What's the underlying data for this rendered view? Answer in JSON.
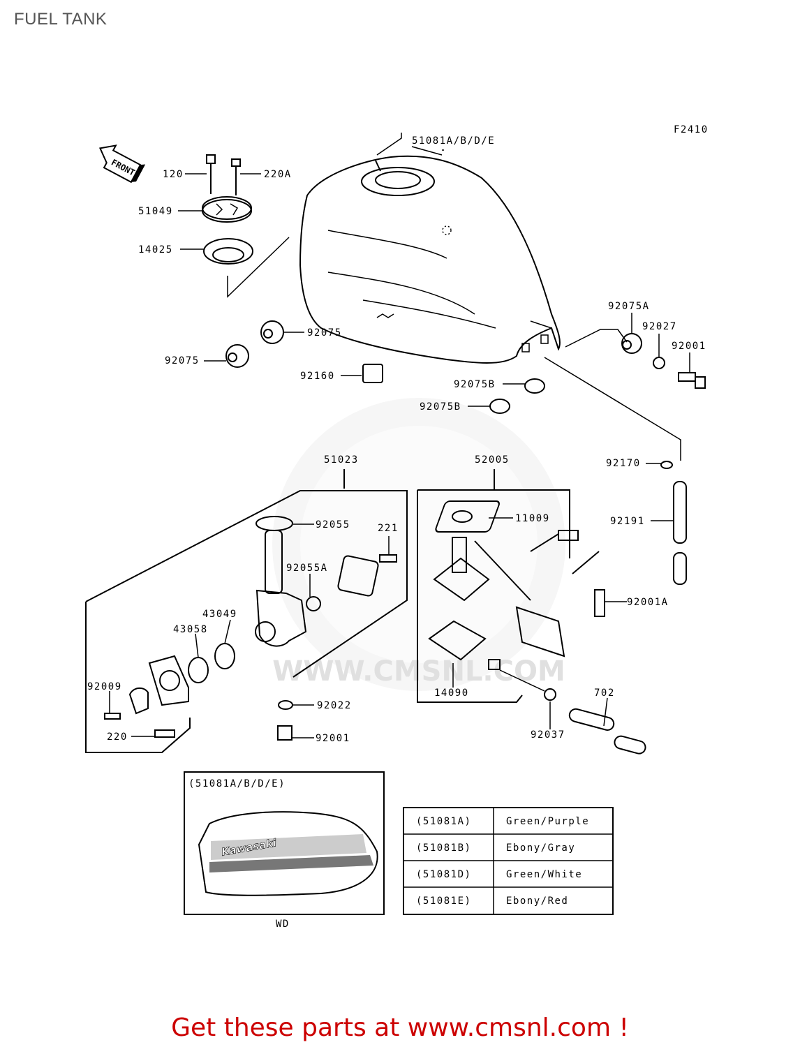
{
  "page_title": "FUEL TANK",
  "diagram_code": "F2410",
  "front_label": "FRONT",
  "kawasaki_logo_text": "Kawasaki",
  "parts": {
    "p51081": "51081A/B/D/E",
    "p120": "120",
    "p220A": "220A",
    "p51049": "51049",
    "p14025": "14025",
    "p92075a": "92075",
    "p92075b": "92075",
    "p92075A": "92075A",
    "p92027": "92027",
    "p92001a": "92001",
    "p92160": "92160",
    "p92075B1": "92075B",
    "p92075B2": "92075B",
    "p92170": "92170",
    "p51023": "51023",
    "p52005": "52005",
    "p92055": "92055",
    "p221": "221",
    "p11009": "11009",
    "p92191": "92191",
    "p92055A": "92055A",
    "p43049": "43049",
    "p43058": "43058",
    "p92001A": "92001A",
    "p92009": "92009",
    "p92022": "92022",
    "p14090": "14090",
    "p702": "702",
    "p220": "220",
    "p92001b": "92001",
    "p92037": "92037"
  },
  "inset": {
    "heading": "(51081A/B/D/E)",
    "note": "WD"
  },
  "color_table": [
    {
      "code": "(51081A)",
      "color": "Green/Purple"
    },
    {
      "code": "(51081B)",
      "color": "Ebony/Gray"
    },
    {
      "code": "(51081D)",
      "color": "Green/White"
    },
    {
      "code": "(51081E)",
      "color": "Ebony/Red"
    }
  ],
  "footer_text": "Get these parts at www.cmsnl.com !",
  "colors": {
    "footer": "#cc0000",
    "lines": "#000000",
    "watermark": "#e4e4e4"
  }
}
